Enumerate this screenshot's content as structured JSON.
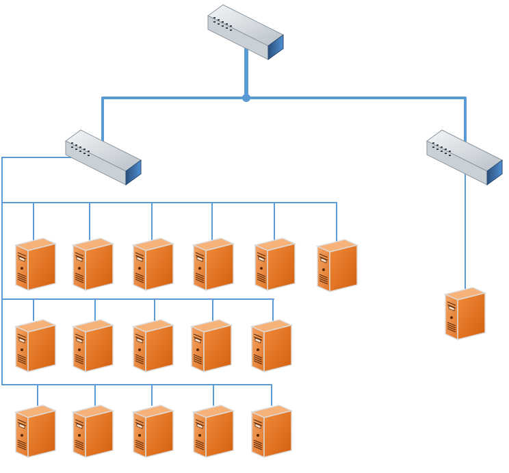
{
  "diagram": {
    "type": "network-topology",
    "colors": {
      "background": "#ffffff",
      "link": "#5b9bd5",
      "server_front": "#e8731f",
      "server_top": "#f5a15d",
      "server_side": "#c85a0f",
      "switch_body": "#d8dde2",
      "switch_panel": "#3b6fa8"
    },
    "nodes": [
      {
        "id": "core-switch",
        "kind": "switch",
        "icon": "network-switch-icon"
      },
      {
        "id": "switch-left",
        "kind": "switch",
        "icon": "network-switch-icon",
        "parent": "core-switch"
      },
      {
        "id": "switch-right",
        "kind": "switch",
        "icon": "network-switch-icon",
        "parent": "core-switch"
      },
      {
        "id": "server-right-1",
        "kind": "server",
        "icon": "server-tower-icon",
        "parent": "switch-right"
      }
    ],
    "server_rows": [
      {
        "parent": "switch-left",
        "count": 6
      },
      {
        "parent": "switch-left",
        "count": 5
      },
      {
        "parent": "switch-left",
        "count": 5
      }
    ]
  }
}
